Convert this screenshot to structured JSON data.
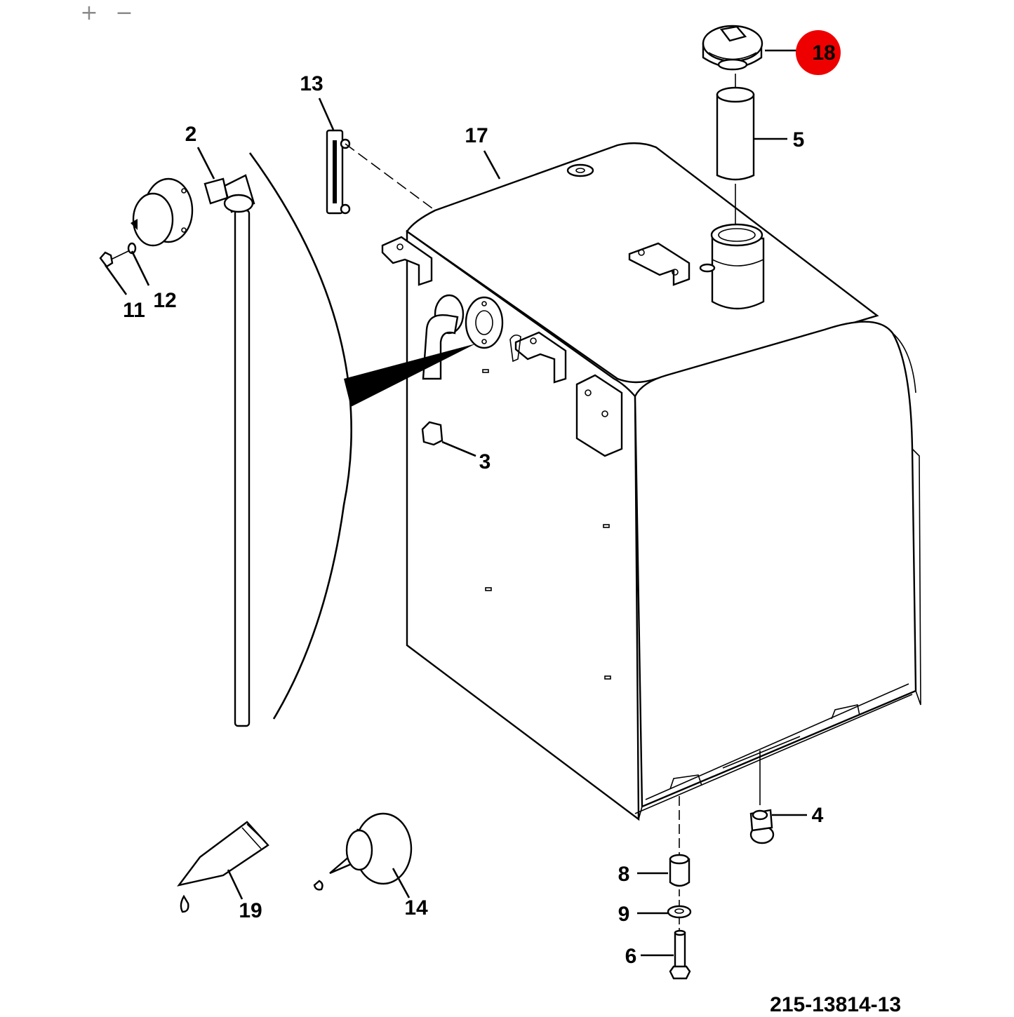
{
  "toolbar": {
    "zoom_in": "+",
    "zoom_out": "−"
  },
  "callouts": [
    {
      "id": "c2",
      "text": "2"
    },
    {
      "id": "c3",
      "text": "3"
    },
    {
      "id": "c4",
      "text": "4"
    },
    {
      "id": "c5",
      "text": "5"
    },
    {
      "id": "c6",
      "text": "6"
    },
    {
      "id": "c8",
      "text": "8"
    },
    {
      "id": "c9",
      "text": "9"
    },
    {
      "id": "c11",
      "text": "11"
    },
    {
      "id": "c12",
      "text": "12"
    },
    {
      "id": "c13",
      "text": "13"
    },
    {
      "id": "c14",
      "text": "14"
    },
    {
      "id": "c17",
      "text": "17"
    },
    {
      "id": "c18",
      "text": "18"
    },
    {
      "id": "c19",
      "text": "19"
    }
  ],
  "drawing_number": "215-13814-13",
  "colors": {
    "highlight": "#ee0000",
    "line": "#000000",
    "toolbar": "#8a8a8a"
  }
}
